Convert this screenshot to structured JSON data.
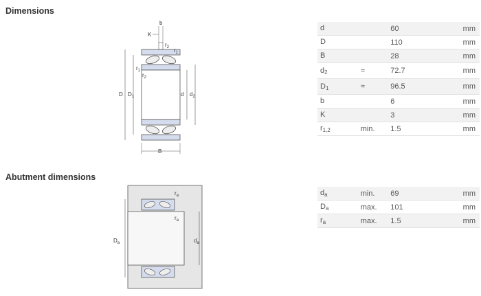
{
  "sections": {
    "dimensions_title": "Dimensions",
    "abutment_title": "Abutment dimensions"
  },
  "dimensions": [
    {
      "sym": "d",
      "sub": "",
      "qual": "",
      "val": "60",
      "unit": "mm"
    },
    {
      "sym": "D",
      "sub": "",
      "qual": "",
      "val": "110",
      "unit": "mm"
    },
    {
      "sym": "B",
      "sub": "",
      "qual": "",
      "val": "28",
      "unit": "mm"
    },
    {
      "sym": "d",
      "sub": "2",
      "qual": "≈",
      "val": "72.7",
      "unit": "mm"
    },
    {
      "sym": "D",
      "sub": "1",
      "qual": "≈",
      "val": "96.5",
      "unit": "mm"
    },
    {
      "sym": "b",
      "sub": "",
      "qual": "",
      "val": "6",
      "unit": "mm"
    },
    {
      "sym": "K",
      "sub": "",
      "qual": "",
      "val": "3",
      "unit": "mm"
    },
    {
      "sym": "r",
      "sub": "1,2",
      "qual": "min.",
      "val": "1.5",
      "unit": "mm"
    }
  ],
  "abutment": [
    {
      "sym": "d",
      "sub": "a",
      "qual": "min.",
      "val": "69",
      "unit": "mm"
    },
    {
      "sym": "D",
      "sub": "a",
      "qual": "max.",
      "val": "101",
      "unit": "mm"
    },
    {
      "sym": "r",
      "sub": "a",
      "qual": "max.",
      "val": "1.5",
      "unit": "mm"
    }
  ],
  "drawing_labels": {
    "b": "b",
    "K": "K",
    "r1": "r",
    "r1_sub": "1",
    "r2": "r",
    "r2_sub": "2",
    "D": "D",
    "D1": "D",
    "D1_sub": "1",
    "d": "d",
    "d2": "d",
    "d2_sub": "2",
    "B": "B",
    "ra": "r",
    "ra_sub": "a",
    "Da": "D",
    "Da_sub": "a",
    "da": "d",
    "da_sub": "a"
  },
  "colors": {
    "ring_fill": "#d4dced",
    "line": "#555555",
    "shaft": "#e6e6e6"
  }
}
